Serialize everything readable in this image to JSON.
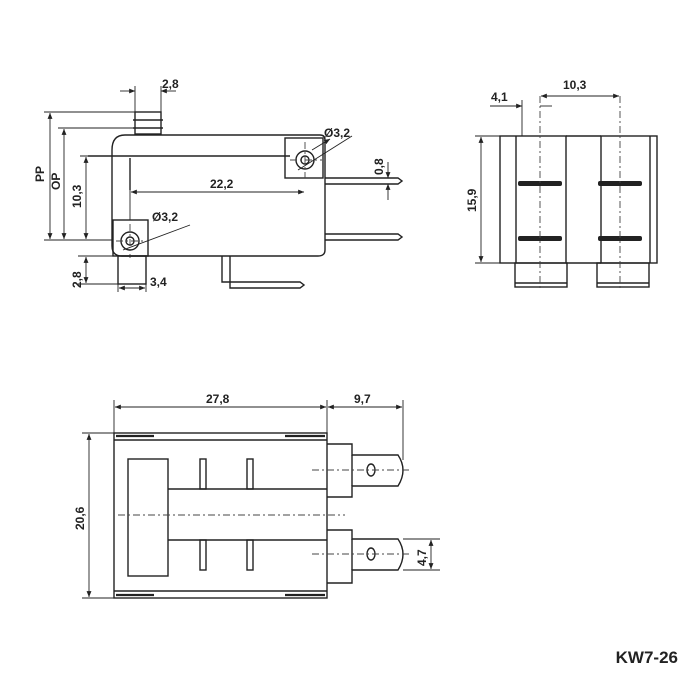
{
  "model": "KW7-26",
  "side_view": {
    "dim_plunger_width": "2,8",
    "dim_pp": "PP",
    "dim_op": "OP",
    "dim_height": "10,3",
    "dim_hole_distance": "22,2",
    "dim_hole_top": "Ø3,2",
    "dim_hole_bottom": "Ø3,2",
    "dim_terminal_thickness": "0,8",
    "dim_bottom_offset": "2,8",
    "dim_bottom_width": "3,4"
  },
  "end_view": {
    "dim_offset": "4,1",
    "dim_terminal_spacing": "10,3",
    "dim_height": "15,9"
  },
  "top_view": {
    "dim_length": "27,8",
    "dim_terminal_length": "9,7",
    "dim_width": "20,6",
    "dim_terminal_width": "4,7"
  }
}
